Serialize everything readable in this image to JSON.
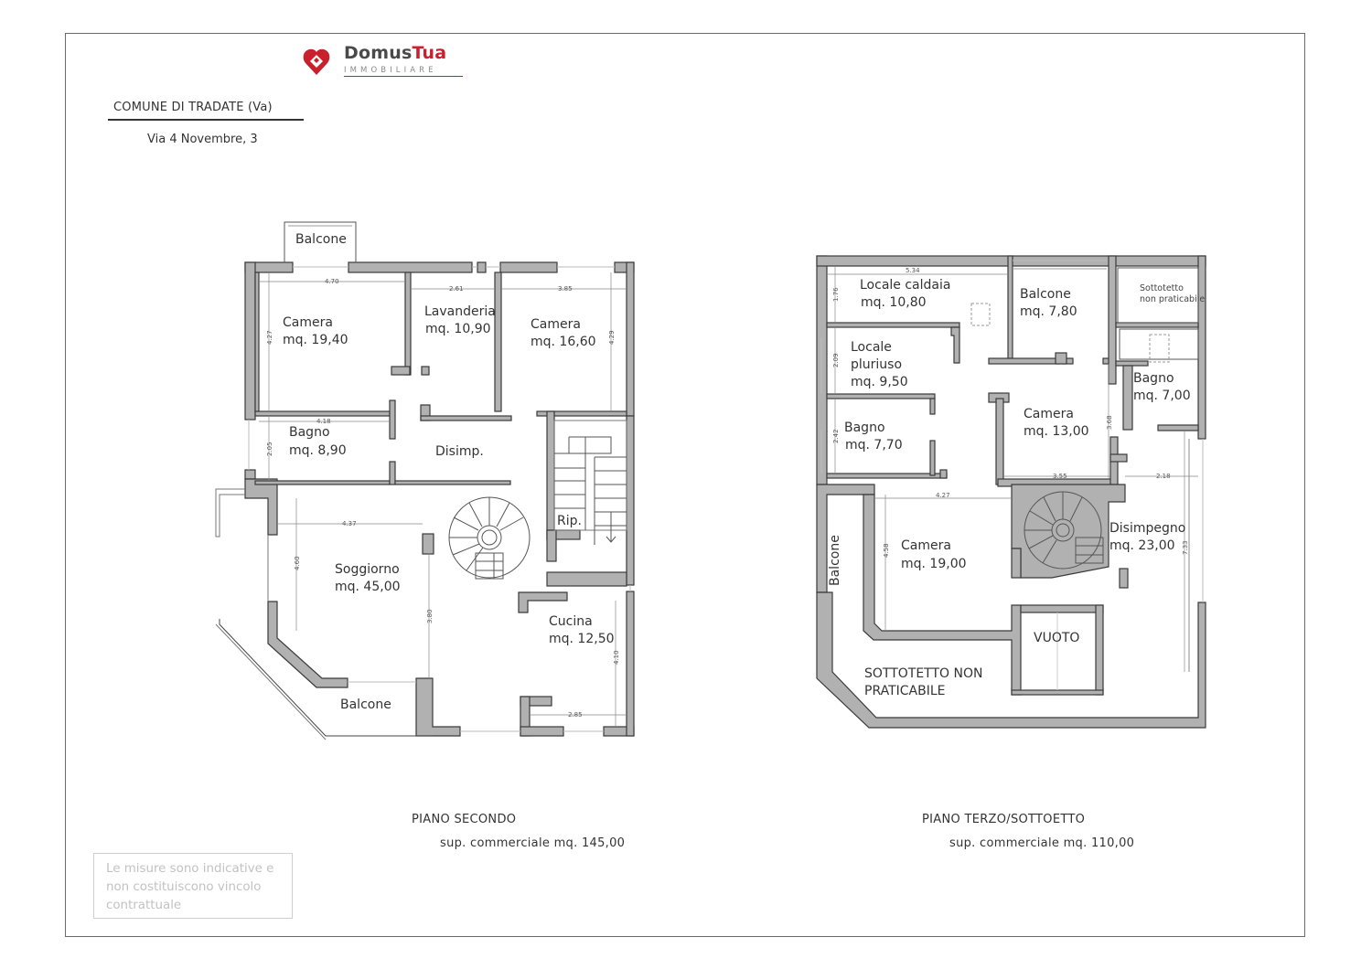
{
  "header": {
    "brand_part1": "Domus",
    "brand_part2": "Tua",
    "brand_sub": "IMMOBILIARE",
    "comune": "COMUNE DI  TRADATE (Va)",
    "indirizzo": "Via 4 Novembre, 3"
  },
  "colors": {
    "wall": "#b1b1b1",
    "wall_stroke": "#3a3a3a",
    "brand_red": "#c8202d"
  },
  "plan_second": {
    "rooms": {
      "balcone_top": "Balcone",
      "camera1_name": "Camera",
      "camera1_area": "mq. 19,40",
      "lavanderia_name": "Lavanderia",
      "lavanderia_area": "mq. 10,90",
      "camera2_name": "Camera",
      "camera2_area": "mq. 16,60",
      "bagno_name": "Bagno",
      "bagno_area": "mq. 8,90",
      "disimp": "Disimp.",
      "rip": "Rip.",
      "soggiorno_name": "Soggiorno",
      "soggiorno_area": "mq. 45,00",
      "cucina_name": "Cucina",
      "cucina_area": "mq. 12,50",
      "balcone_bottom": "Balcone"
    },
    "dims": {
      "d1": "4.70",
      "d2": "2.61",
      "d3": "3.85",
      "d4": "4.27",
      "d5": "4.29",
      "d6": "4.18",
      "d7": "2.05",
      "d8": "4.37",
      "d9": "4.60",
      "d10": "3.80",
      "d11": "4.10",
      "d12": "2.85"
    },
    "caption_title": "PIANO SECONDO",
    "caption_area": "sup. commerciale mq. 145,00"
  },
  "plan_third": {
    "rooms": {
      "caldaia_name": "Locale caldaia",
      "caldaia_area": "mq. 10,80",
      "balcone_top_name": "Balcone",
      "balcone_top_area": "mq. 7,80",
      "sottotetto_small_1": "Sottotetto",
      "sottotetto_small_2": "non praticabile",
      "pluriuso_1": "Locale",
      "pluriuso_2": "pluriuso",
      "pluriuso_area": "mq. 9,50",
      "camera1_name": "Camera",
      "camera1_area": "mq. 13,00",
      "bagno2_name": "Bagno",
      "bagno2_area": "mq. 7,00",
      "bagno1_name": "Bagno",
      "bagno1_area": "mq. 7,70",
      "balcone_side": "Balcone",
      "camera2_name": "Camera",
      "camera2_area": "mq. 19,00",
      "disimpegno_name": "Disimpegno",
      "disimpegno_area": "mq. 23,00",
      "vuoto": "VUOTO",
      "sottotetto_1": "SOTTOTETTO NON",
      "sottotetto_2": "PRATICABILE"
    },
    "dims": {
      "d1": "5.34",
      "d2": "1.76",
      "d3": "2.09",
      "d4": "2.42",
      "d5": "3.68",
      "d6": "3.55",
      "d7": "2.18",
      "d8": "4.27",
      "d9": "4.58",
      "d10": "7.33"
    },
    "caption_title": "PIANO TERZO/SOTTOETTO",
    "caption_area": "sup. commerciale mq. 110,00"
  },
  "disclaimer": "Le misure sono indicative e non costituiscono  vincolo contrattuale"
}
